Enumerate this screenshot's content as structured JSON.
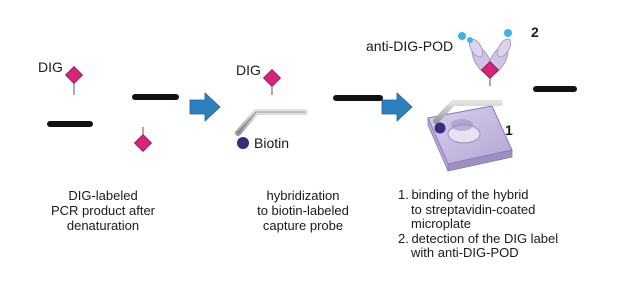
{
  "labels": {
    "dig_1": "DIG",
    "dig_2": "DIG",
    "biotin": "Biotin",
    "anti_dig_pod": "anti-DIG-POD",
    "step_marker_1": "1",
    "step_marker_2": "2"
  },
  "captions": {
    "panel_1": [
      "DIG-labeled",
      "PCR product after",
      "denaturation"
    ],
    "panel_2": [
      "hybridization",
      "to biotin-labeled",
      "capture probe"
    ],
    "panel_3": [
      "1. binding of the hybrid",
      "to streptavidin-coated",
      "microplate",
      "2. detection of the DIG label",
      "with anti-DIG-POD"
    ]
  },
  "colors": {
    "dig_marker": "#d6247a",
    "arrow": "#2e7fbf",
    "biotin": "#3a2a7a",
    "plate_top": "#c9bde0",
    "plate_side": "#a89bc9",
    "antibody": "#cfc4e3",
    "antibody_dots": "#39b7e0",
    "strand_gray": "#c8c8c8",
    "strand_black": "#111111"
  }
}
